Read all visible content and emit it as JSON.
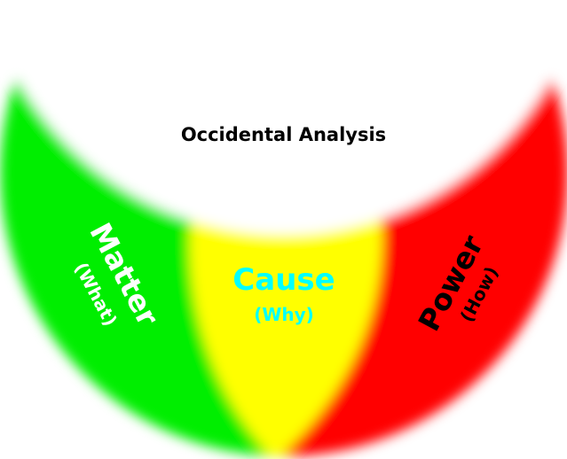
{
  "title": "Occidental Analysis",
  "segments": [
    {
      "label": "Matter",
      "sublabel": "(What)",
      "color": "#00ee00",
      "text_color": "#ffffff"
    },
    {
      "label": "Cause",
      "sublabel": "(Why)",
      "color": "#ffff00",
      "text_color": "#00ffff"
    },
    {
      "label": "Power",
      "sublabel": "(How)",
      "color": "#ff0000",
      "text_color": "#000000"
    }
  ]
}
